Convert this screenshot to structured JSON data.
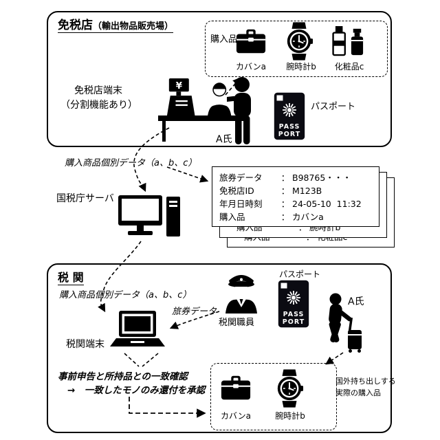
{
  "dutyfree": {
    "title": "免税店",
    "title_note": "（輸出物品販売場）",
    "purchases_label": "購入品",
    "items": [
      {
        "label": "カバンa",
        "icon": "briefcase-icon"
      },
      {
        "label": "腕時計b",
        "icon": "watch-icon"
      },
      {
        "label": "化粧品c",
        "icon": "cosmetics-icon"
      }
    ],
    "terminal_line1": "免税店端末",
    "terminal_line2": "（分割機能あり）",
    "register_display": "¥",
    "customer_label": "A氏",
    "passport_label": "パスポート"
  },
  "passport_text": {
    "line1": "PASS",
    "line2": "PORT"
  },
  "flow": {
    "purchase_data_label": "購入商品個別データ（a、b、c）",
    "server_label": "国税庁サーバ"
  },
  "receipt": {
    "rows": [
      {
        "label": "旅券データ",
        "sep": "：",
        "value": "B98765・・・"
      },
      {
        "label": "免税店ID",
        "sep": "：",
        "value": "M123B"
      },
      {
        "label": "年月日時刻",
        "sep": "：",
        "value": "24-05-10  11:32"
      },
      {
        "label": "購入品",
        "sep": "：",
        "value": "カバンa"
      }
    ],
    "card2_row": {
      "label": "購入品",
      "sep": "：",
      "value": "腕時計b"
    },
    "card3_row": {
      "label": "購入品",
      "sep": "：",
      "value": "化粧品c"
    }
  },
  "customs": {
    "title": "税 関",
    "purchase_data_label": "購入商品個別データ（a、b、c）",
    "officer_label": "税関職員",
    "passport_label": "パスポート",
    "customer_label": "A氏",
    "terminal_label": "税関端末",
    "passport_data_label": "旅券データ",
    "check_line1": "事前申告と所持品との一致確認",
    "check_line2": "→　一致したモノのみ還付を承認",
    "export_items": [
      {
        "label": "カバンa",
        "icon": "briefcase-icon"
      },
      {
        "label": "腕時計b",
        "icon": "watch-icon"
      }
    ],
    "export_note_line1": "国外持ち出しする",
    "export_note_line2": "実際の購入品"
  },
  "icons": [
    "briefcase-icon",
    "watch-icon",
    "cosmetics-icon",
    "cash-register-icon",
    "clerk-icon",
    "customer-icon",
    "passport-icon",
    "desktop-computer-icon",
    "customs-officer-icon",
    "laptop-icon",
    "traveler-with-suitcase-icon"
  ],
  "colors": {
    "ink": "#000000",
    "paper": "#ffffff",
    "passport_cover": "#0b0b12"
  }
}
